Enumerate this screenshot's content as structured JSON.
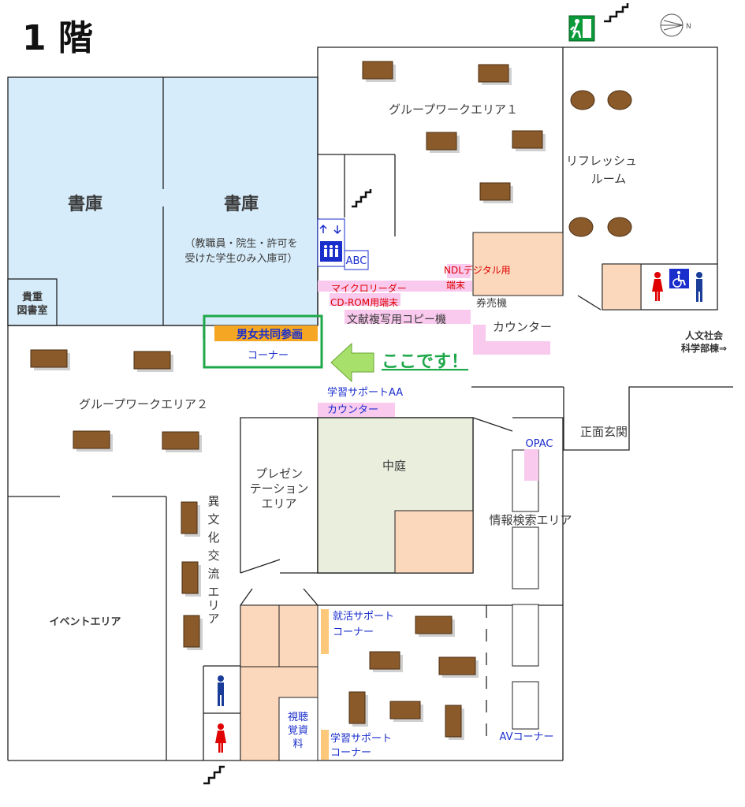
{
  "title": "1 階",
  "rooms": {
    "stacks_left": "書庫",
    "stacks_right": "書庫",
    "stacks_right_note_1": "（教職員・院生・許可を",
    "stacks_right_note_2": "受けた学生のみ入庫可）",
    "rare_books_1": "貴重",
    "rare_books_2": "図書室",
    "group_work_1": "グループワークエリア１",
    "group_work_2": "グループワークエリア２",
    "refresh_1": "リフレッシュ",
    "refresh_2": "ルーム",
    "counter": "カウンター",
    "ticket_machine": "券売機",
    "copy_machine": "文献複写用コピー機",
    "micro_reader": "マイクロリーダー",
    "cdrom": "CD-ROM用端末",
    "ndl_1": "NDLデジタル用",
    "ndl_2": "端末",
    "gender_corner_1": "男女共同参画",
    "gender_corner_2": "コーナー",
    "here": "ここです！",
    "learning_support_aa_1": "学習サポートAA",
    "learning_support_aa_2": "カウンター",
    "courtyard": "中庭",
    "presentation_1": "プレゼン",
    "presentation_2": "テーション",
    "presentation_3": "エリア",
    "intercultural": [
      "異",
      "文",
      "化",
      "交",
      "流",
      "エ",
      "リ",
      "ア"
    ],
    "event_area": "イベントエリア",
    "info_search": "情報検索エリア",
    "opac": "OPAC",
    "main_entrance": "正面玄関",
    "humanities_1": "人文社会",
    "humanities_2": "科学部棟⇒",
    "job_support_1": "就活サポート",
    "job_support_2": "コーナー",
    "learning_support_1": "学習サポート",
    "learning_support_2": "コーナー",
    "av_materials": [
      "視聴",
      "覚資",
      "料"
    ],
    "av_corner": "AVコーナー",
    "abc": "ABC",
    "compass": "N"
  },
  "colors": {
    "stacks": "#d6ecfa",
    "service": "#fbd7bb",
    "courtyard": "#e9eedd",
    "pink": "#f9c9ee",
    "highlight_green": "#1fa84a",
    "corner_orange": "#f5a623"
  },
  "icons": [
    "emergency-exit-icon",
    "stairs-icon",
    "elevator-icon",
    "restroom-icon",
    "wheelchair-icon",
    "compass-icon",
    "arrow-left-icon"
  ]
}
